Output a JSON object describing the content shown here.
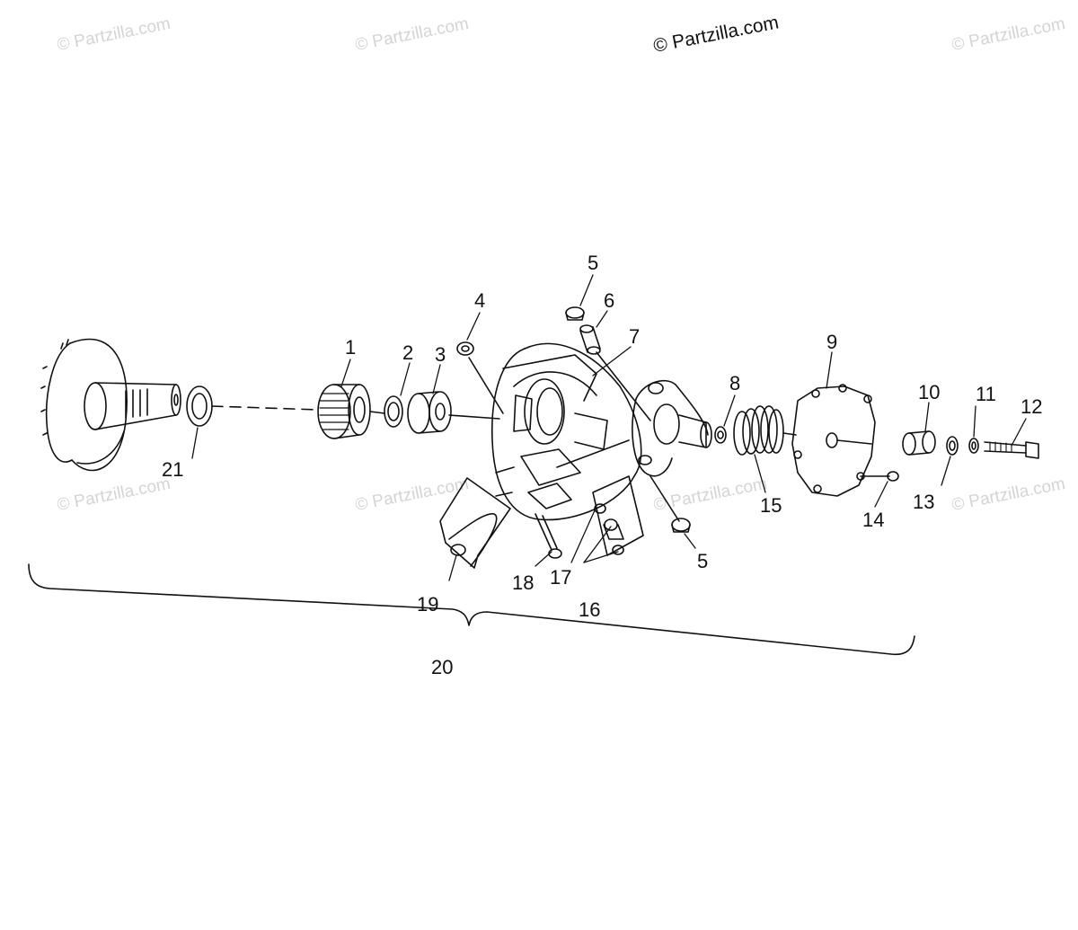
{
  "watermark": {
    "faint": "© Partzilla.com",
    "main": "© Partzilla.com"
  },
  "callouts": {
    "c1": "1",
    "c2": "2",
    "c3": "3",
    "c4": "4",
    "c5a": "5",
    "c5b": "5",
    "c6": "6",
    "c7": "7",
    "c8": "8",
    "c9": "9",
    "c10": "10",
    "c11": "11",
    "c12": "12",
    "c13": "13",
    "c14": "14",
    "c15": "15",
    "c16": "16",
    "c17": "17",
    "c18": "18",
    "c19": "19",
    "c20": "20",
    "c21": "21"
  },
  "colors": {
    "line": "#111111",
    "watermark": "#d4d4d4"
  }
}
